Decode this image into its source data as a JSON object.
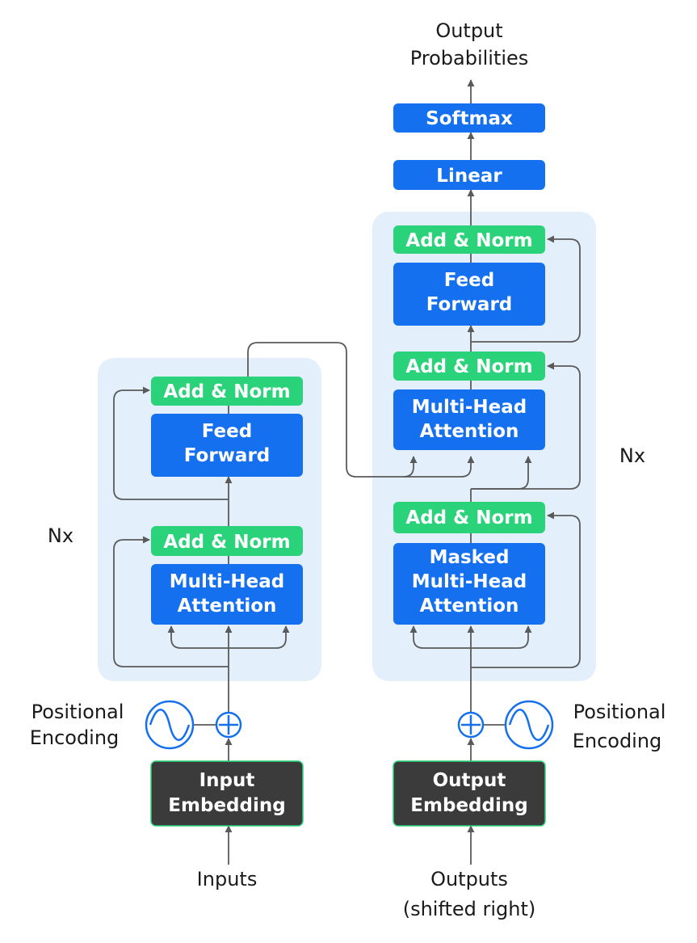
{
  "encoder": {
    "add_norm_top": "Add & Norm",
    "feed_forward": [
      "Feed",
      "Forward"
    ],
    "add_norm_bottom": "Add & Norm",
    "attention": [
      "Multi-Head",
      "Attention"
    ],
    "repeat_label": "Nx",
    "positional_encoding": [
      "Positional",
      "Encoding"
    ],
    "embedding": [
      "Input",
      "Embedding"
    ],
    "input_label": "Inputs"
  },
  "decoder": {
    "output_probabilities": [
      "Output",
      "Probabilities"
    ],
    "softmax": "Softmax",
    "linear": "Linear",
    "add_norm_top": "Add & Norm",
    "feed_forward": [
      "Feed",
      "Forward"
    ],
    "add_norm_middle": "Add & Norm",
    "cross_attention": [
      "Multi-Head",
      "Attention"
    ],
    "repeat_label": "Nx",
    "add_norm_bottom": "Add & Norm",
    "masked_attention": [
      "Masked",
      "Multi-Head",
      "Attention"
    ],
    "positional_encoding": [
      "Positional",
      "Encoding"
    ],
    "embedding": [
      "Output",
      "Embedding"
    ],
    "output_label": [
      "Outputs",
      "(shifted right)"
    ]
  },
  "colors": {
    "blue_block": "#1570ef",
    "green_block": "#2ad37a",
    "dark_block": "#3b3b3b",
    "stack_background": "#e3f0fc",
    "wire": "#5a5a5a"
  }
}
